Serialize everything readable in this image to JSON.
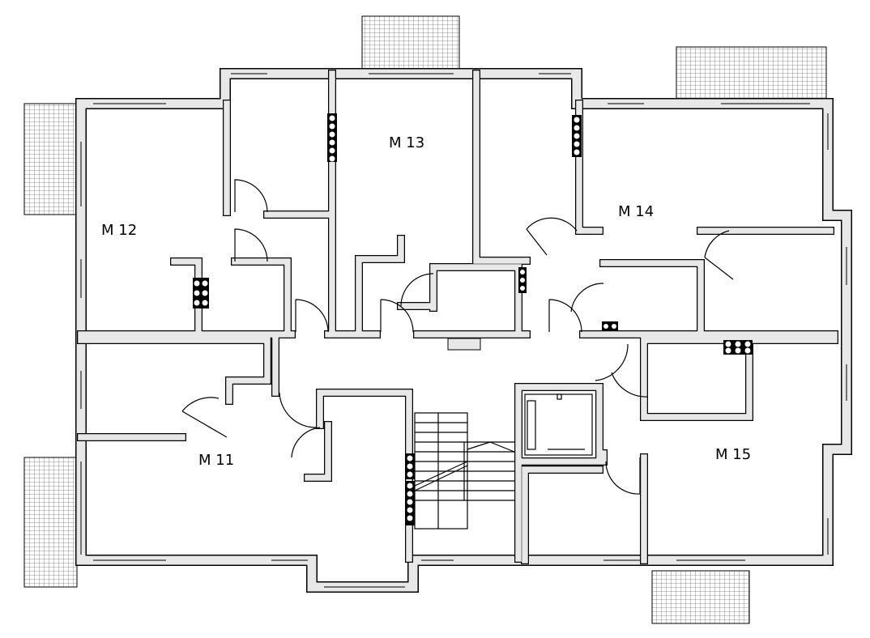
{
  "plan": {
    "units": [
      {
        "label": "M 11"
      },
      {
        "label": "M 12"
      },
      {
        "label": "M 13"
      },
      {
        "label": "M 14"
      },
      {
        "label": "M 15"
      }
    ],
    "colors": {
      "wall_fill": "#e8e8e8",
      "line": "#000000",
      "background": "#ffffff"
    }
  }
}
